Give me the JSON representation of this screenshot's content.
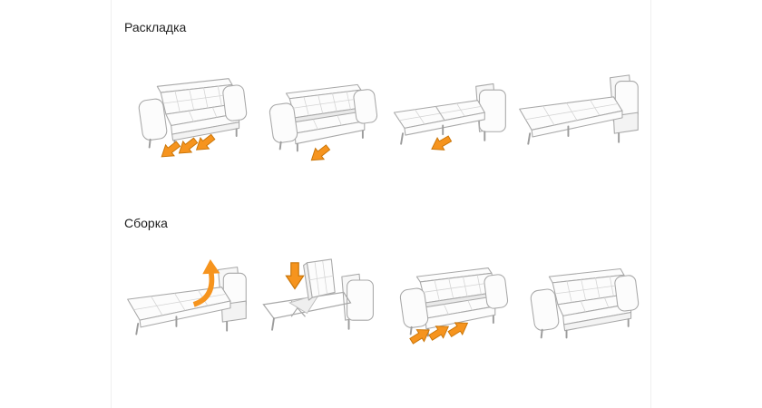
{
  "sections": [
    {
      "id": "unfold",
      "title": "Раскладка",
      "steps": [
        {
          "name": "pull-seat-out",
          "arrows": "three-down-left"
        },
        {
          "name": "slide-seat-forward",
          "arrows": "one-down-left"
        },
        {
          "name": "unfold-sections-flat",
          "arrows": "one-down-left"
        },
        {
          "name": "bed-ready",
          "arrows": "none"
        }
      ]
    },
    {
      "id": "fold",
      "title": "Сборка",
      "steps": [
        {
          "name": "lift-section-up",
          "arrows": "curved-up"
        },
        {
          "name": "fold-section-down",
          "arrows": "one-down"
        },
        {
          "name": "push-seat-in",
          "arrows": "three-up-right"
        },
        {
          "name": "sofa-ready",
          "arrows": "none"
        }
      ]
    }
  ],
  "colors": {
    "arrow": "#F6941E",
    "arrow_outline": "#C97508",
    "outline": "#A8A8A8"
  }
}
